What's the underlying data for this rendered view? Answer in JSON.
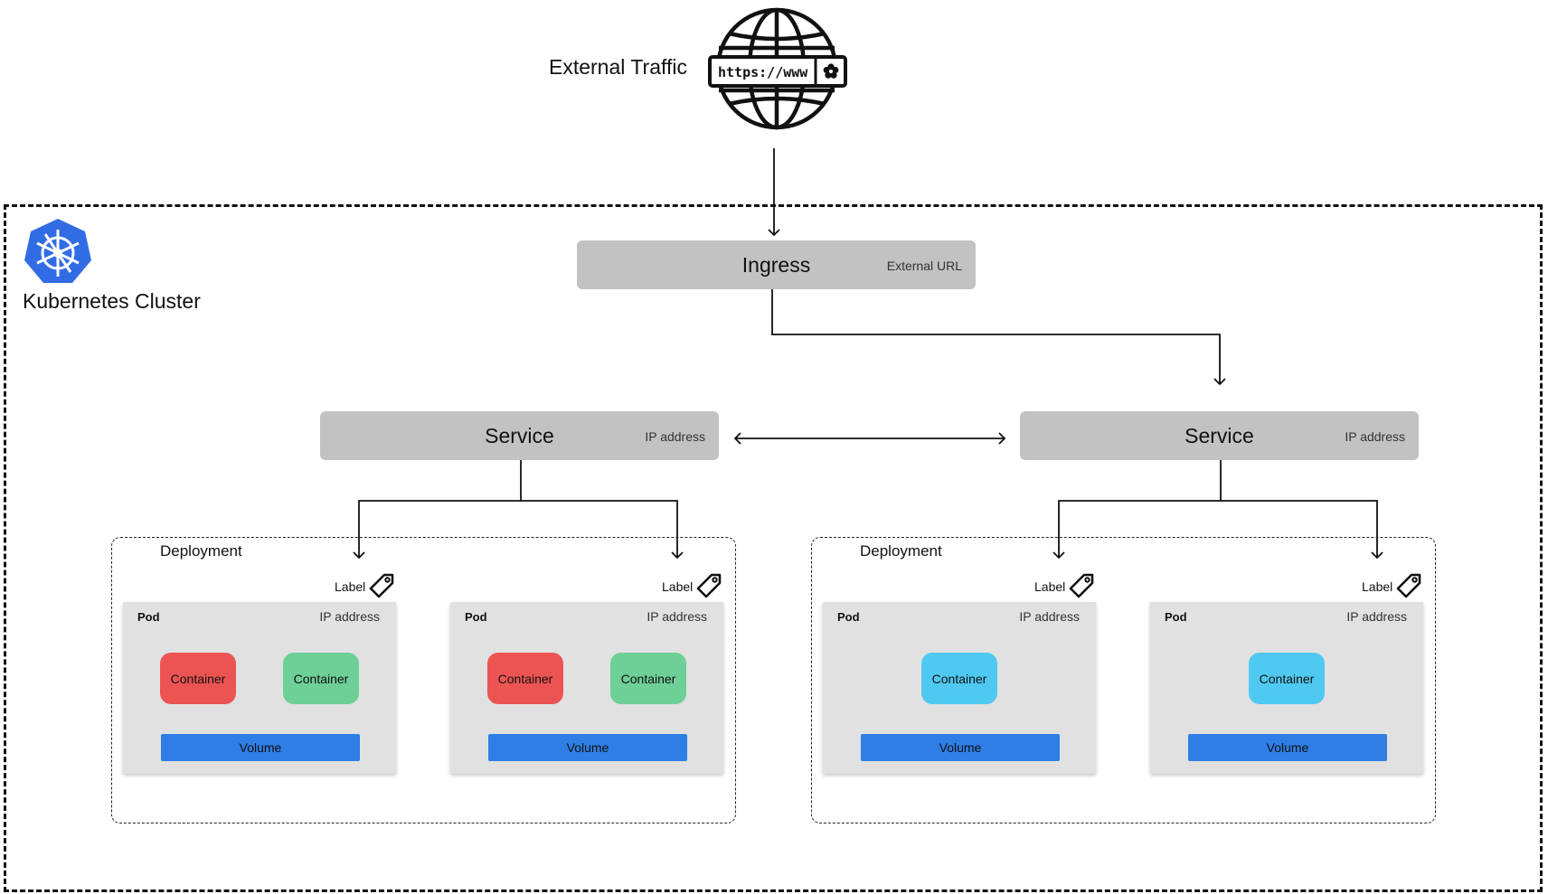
{
  "external_traffic": {
    "label": "External Traffic",
    "globe_text": "https://www"
  },
  "cluster": {
    "title": "Kubernetes Cluster",
    "logo_color": "#326ce5"
  },
  "ingress": {
    "title": "Ingress",
    "sub": "External URL"
  },
  "services": [
    {
      "title": "Service",
      "sub": "IP address"
    },
    {
      "title": "Service",
      "sub": "IP address"
    }
  ],
  "deployments": [
    {
      "label": "Deployment",
      "pods": [
        {
          "label_tag": "Label",
          "name": "Pod",
          "ip": "IP address",
          "containers": [
            "Container",
            "Container"
          ],
          "volume": "Volume"
        },
        {
          "label_tag": "Label",
          "name": "Pod",
          "ip": "IP address",
          "containers": [
            "Container",
            "Container"
          ],
          "volume": "Volume"
        }
      ]
    },
    {
      "label": "Deployment",
      "pods": [
        {
          "label_tag": "Label",
          "name": "Pod",
          "ip": "IP address",
          "containers": [
            "Container"
          ],
          "volume": "Volume"
        },
        {
          "label_tag": "Label",
          "name": "Pod",
          "ip": "IP address",
          "containers": [
            "Container"
          ],
          "volume": "Volume"
        }
      ]
    }
  ],
  "colors": {
    "bar": "#c2c2c2",
    "pod": "#e1e1e1",
    "container_red": "#ec5454",
    "container_green": "#6ecf97",
    "container_cyan": "#4fc9f1",
    "volume": "#2e7ee6"
  }
}
